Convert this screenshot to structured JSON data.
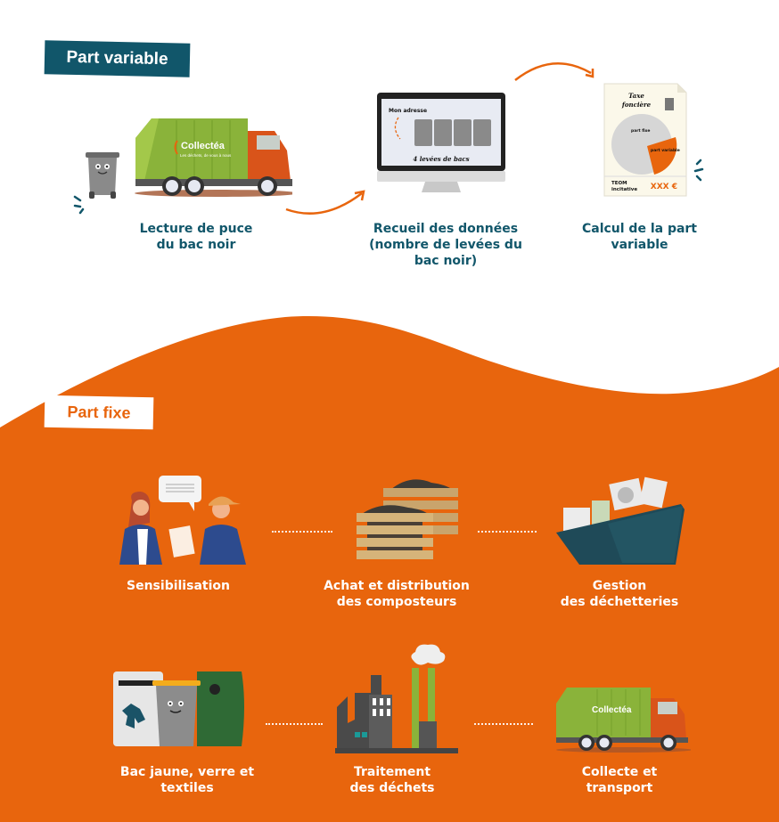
{
  "variable_section": {
    "title": "Part variable",
    "steps": [
      {
        "label_lines": [
          "Lecture de puce",
          "du bac noir"
        ],
        "icon": "garbage-truck-and-bin"
      },
      {
        "label_lines": [
          "Recueil des données",
          "(nombre de levées du",
          "bac noir)"
        ],
        "icon": "computer-monitor"
      },
      {
        "label_lines": [
          "Calcul de la part",
          "variable"
        ],
        "icon": "tax-document"
      }
    ],
    "monitor": {
      "header": "Mon adresse",
      "caption": "4 levées de bacs",
      "bin_count": 4
    },
    "tax_document": {
      "title_lines": [
        "Taxe",
        "foncière"
      ],
      "pie_labels": [
        "part fixe",
        "part variable"
      ],
      "footer_left_lines": [
        "TEOM",
        "incitative"
      ],
      "footer_right": "XXX €"
    },
    "truck_brand": "Collectéa",
    "truck_tagline": "Les déchets, de vous à nous"
  },
  "fixed_section": {
    "title": "Part fixe",
    "row1": [
      {
        "label_lines": [
          "Sensibilisation"
        ],
        "icon": "people-conversation"
      },
      {
        "label_lines": [
          "Achat et distribution",
          "des composteurs"
        ],
        "icon": "compost-crates"
      },
      {
        "label_lines": [
          "Gestion",
          "des déchetteries"
        ],
        "icon": "dumpster"
      }
    ],
    "row2": [
      {
        "label_lines": [
          "Bac jaune, verre et",
          "textiles"
        ],
        "icon": "recycling-bins"
      },
      {
        "label_lines": [
          "Traitement",
          "des déchets"
        ],
        "icon": "factory"
      },
      {
        "label_lines": [
          "Collecte et",
          "transport"
        ],
        "icon": "garbage-truck"
      }
    ]
  },
  "colors": {
    "teal": "#11566a",
    "orange": "#e8650d",
    "white": "#ffffff",
    "truck_green": "#8ab33a",
    "truck_cab": "#d9541a"
  }
}
